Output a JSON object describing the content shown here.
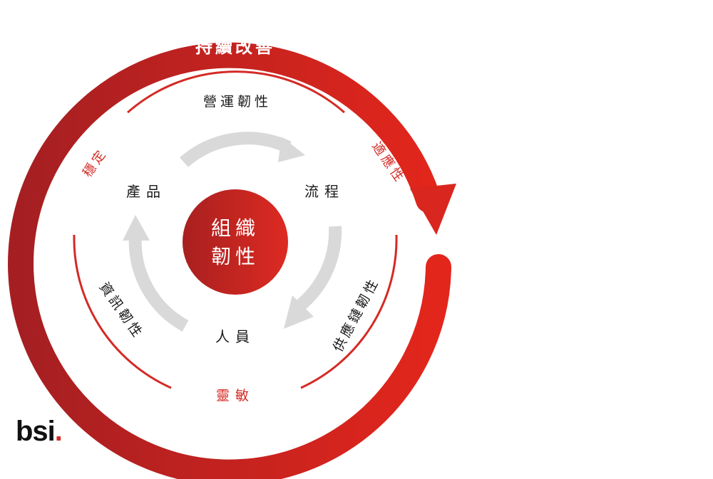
{
  "outer_label": "持續改善",
  "center": {
    "line1": "組織",
    "line2": "韌性"
  },
  "inner_nodes": {
    "product": "產品",
    "process": "流程",
    "people": "人員"
  },
  "arc_labels": {
    "operational": "營運韌性",
    "supply_chain": "供應鏈韌性",
    "information": "資訊韌性"
  },
  "qualities": {
    "stable": "穩定",
    "adaptive": "適應性",
    "agile": "靈敏"
  },
  "logo": {
    "text": "bsi",
    "dot": "."
  },
  "colors": {
    "red": "#d42a25",
    "dark_red": "#a51f22",
    "grey": "#d9d9d9",
    "text": "#1a1a1a"
  }
}
